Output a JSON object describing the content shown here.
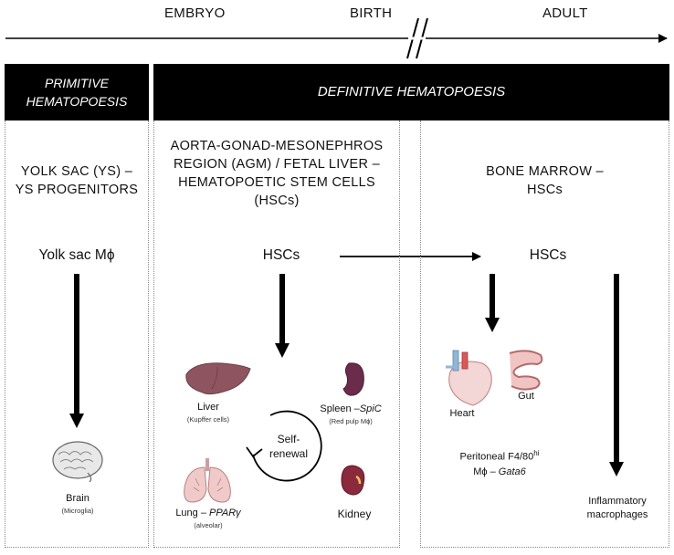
{
  "timeline": {
    "embryo": "EMBRYO",
    "birth": "BIRTH",
    "adult": "ADULT"
  },
  "headers": {
    "primitive": [
      "PRIMITIVE",
      "HEMATOPOESIS"
    ],
    "definitive": "DEFINITIVE HEMATOPOESIS"
  },
  "columns": {
    "yolk_sac": {
      "title": [
        "YOLK SAC (YS) –",
        "YS PROGENITORS"
      ],
      "node": "Yolk sac Mϕ",
      "organ": "Brain",
      "organ_sub": "(Microglia)"
    },
    "agm": {
      "title": [
        "AORTA-GONAD-MESONEPHROS",
        "REGION (AGM) / FETAL LIVER –",
        "HEMATOPOETIC STEM CELLS",
        "(HSCs)"
      ],
      "node": "HSCs",
      "liver": "Liver",
      "liver_sub": "(Kupffer cells)",
      "spleen": "Spleen –",
      "spleen_gene": "SpiC",
      "spleen_sub": "(Red pulp Mϕ)",
      "self_renewal": [
        "Self-",
        "renewal"
      ],
      "lung": "Lung –",
      "lung_gene": "PPARγ",
      "lung_sub": "(alveolar)",
      "kidney": "Kidney"
    },
    "bone_marrow": {
      "title": [
        "BONE MARROW –",
        "HSCs"
      ],
      "node": "HSCs",
      "heart": "Heart",
      "gut": "Gut",
      "peritoneal_line1": "Peritoneal F4/80",
      "peritoneal_sup": "hi",
      "peritoneal_line2a": "Mϕ –",
      "peritoneal_gene": "Gata6",
      "inflammatory": [
        "Inflammatory",
        "macrophages"
      ]
    }
  }
}
